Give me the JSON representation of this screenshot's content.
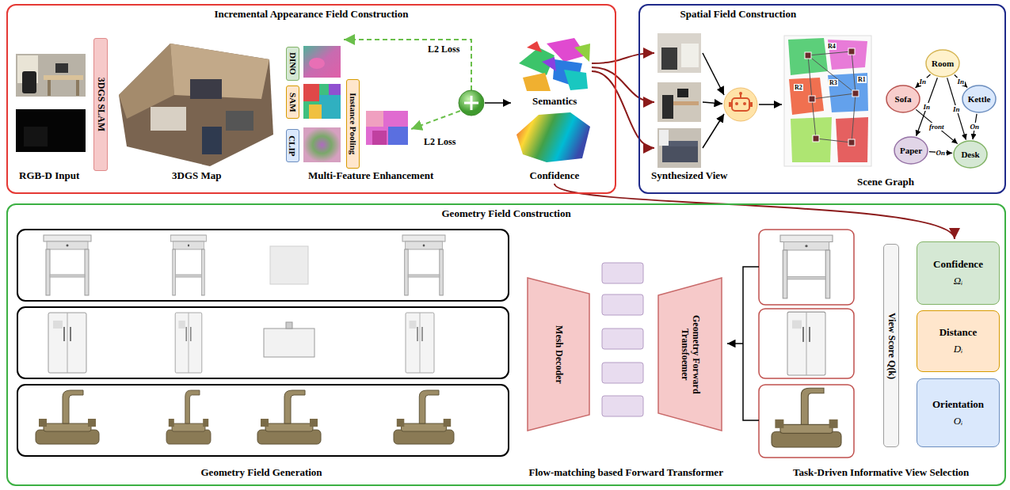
{
  "diagram": {
    "nodes": [
      {
        "text": [
          "Incremental Appearance Field Construction"
        ]
      },
      {
        "text": [
          "3DGS SLAM"
        ],
        "in": 0
      },
      {
        "text": [
          "DINO"
        ],
        "in": 0
      },
      {
        "text": [
          "SAM"
        ],
        "in": 0
      },
      {
        "text": [
          "CLIP"
        ],
        "in": 0
      },
      {
        "text": [
          "Instance Pooling"
        ],
        "in": 0
      },
      {
        "text": [
          "Spatial Field Construction"
        ]
      },
      {
        "text": [
          "Room"
        ],
        "in": 6
      },
      {
        "text": [
          "Sofa"
        ],
        "in": 6
      },
      {
        "text": [
          "Kettle"
        ],
        "in": 6
      },
      {
        "text": [
          "Paper"
        ],
        "in": 6
      },
      {
        "text": [
          "Desk"
        ],
        "in": 6
      },
      {
        "text": [
          "Geometry Field Construction"
        ]
      },
      {
        "text": [
          "Mesh Decoder"
        ],
        "in": 12
      },
      {
        "text": [
          "Geometry Forward Transfoemer"
        ],
        "in": 12
      },
      {
        "text": [
          "View Score Q(k)"
        ],
        "in": 12
      },
      {
        "text": [
          "Confidence",
          "Ωᵢ"
        ],
        "in": 12
      },
      {
        "text": [
          "Distance",
          "Dᵢ"
        ],
        "in": 12
      },
      {
        "text": [
          "Orientation",
          "Oᵢ"
        ],
        "in": 12
      }
    ],
    "edges": [
      {
        "from": 7,
        "to": 8,
        "arrow": "to",
        "label": "In"
      },
      {
        "from": 7,
        "to": 9,
        "arrow": "to",
        "label": "In"
      },
      {
        "from": 7,
        "to": 10,
        "arrow": "to",
        "label": "In"
      },
      {
        "from": 7,
        "to": 11,
        "arrow": "to",
        "label": "In"
      },
      {
        "from": 8,
        "to": 11,
        "arrow": "to",
        "label": "front"
      },
      {
        "from": 10,
        "to": 11,
        "arrow": "to",
        "label": "On"
      },
      {
        "from": 9,
        "to": 11,
        "arrow": "to",
        "label": "On"
      }
    ],
    "labels": [
      "RGB-D Input",
      "3DGS Map",
      "Multi-Feature Enhancement",
      "L2 Loss",
      "L2 Loss",
      "Semantics",
      "Confidence",
      "Synthesized View",
      "Scene Graph",
      "R4",
      "R2",
      "R3",
      "R1",
      "Geometry Field Generation",
      "Flow-matching based Forward Transformer",
      "Task-Driven Informative View Selection"
    ]
  }
}
